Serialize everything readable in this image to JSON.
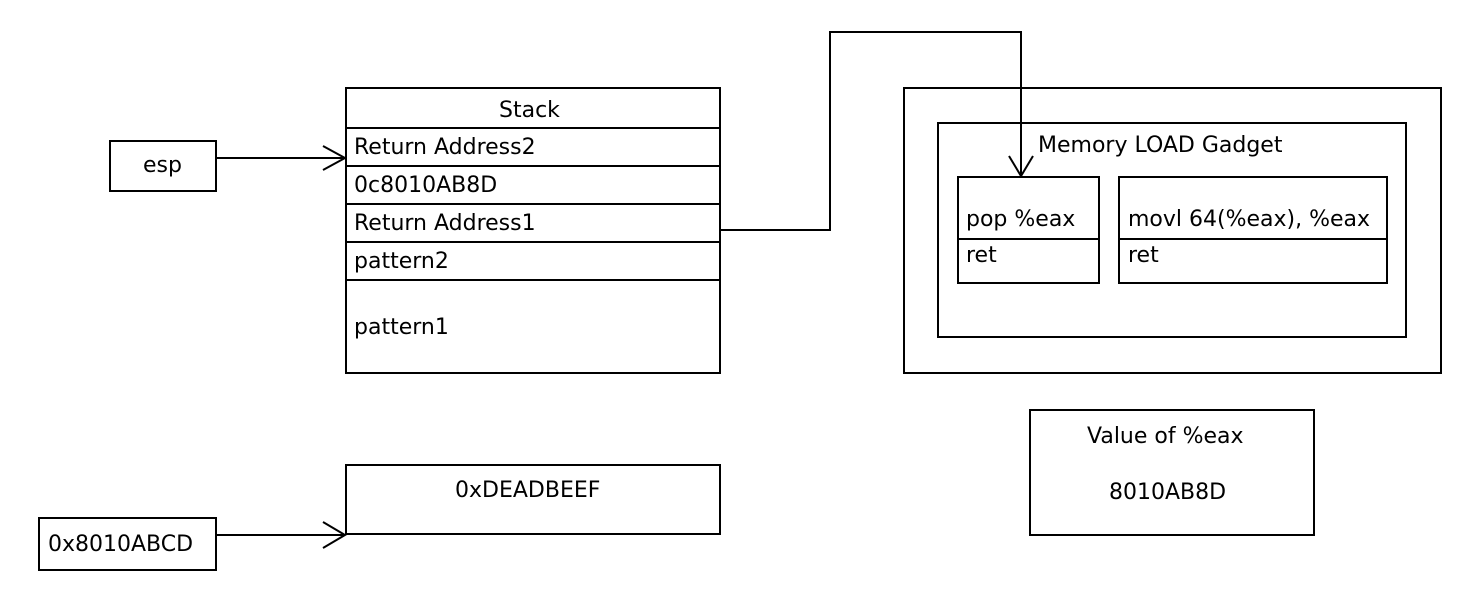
{
  "esp_label": "esp",
  "addr_label": "0x8010ABCD",
  "stack": {
    "title": "Stack",
    "rows": [
      "Return Address2",
      "0c8010AB8D",
      "Return Address1",
      "pattern2",
      "pattern1"
    ]
  },
  "memory_value": "0xDEADBEEF",
  "gadget": {
    "title": "Memory LOAD Gadget",
    "left": {
      "instr": "pop %eax",
      "ret": "ret"
    },
    "right": {
      "instr": "movl 64(%eax), %eax",
      "ret": "ret"
    }
  },
  "eax": {
    "title": "Value of %eax",
    "value": "8010AB8D"
  }
}
